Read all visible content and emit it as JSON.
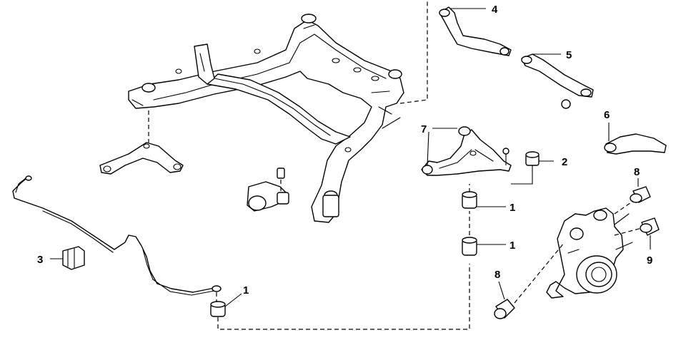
{
  "callouts": {
    "c1a": "1",
    "c1b": "1",
    "c1c": "1",
    "c2": "2",
    "c3": "3",
    "c4": "4",
    "c5": "5",
    "c6": "6",
    "c7": "7",
    "c8a": "8",
    "c8b": "8",
    "c9": "9"
  },
  "colors": {
    "line": "#000000",
    "background": "#ffffff"
  }
}
